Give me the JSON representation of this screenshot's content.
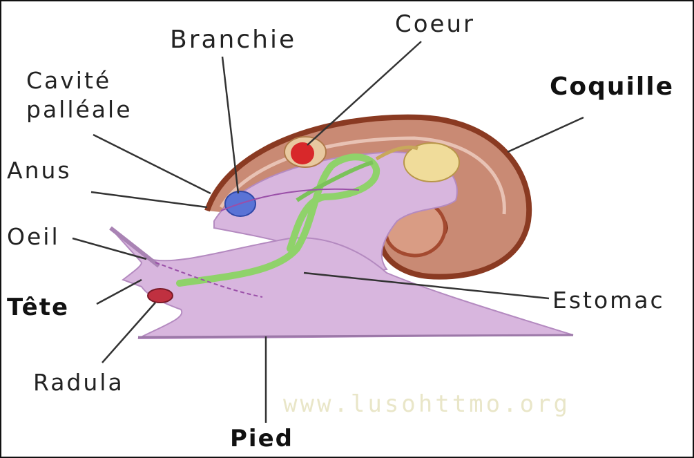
{
  "labels": {
    "branchie": "Branchie",
    "coeur": "Coeur",
    "cavite_line1": "Cavité",
    "cavite_line2": "palléale",
    "coquille": "Coquille",
    "anus": "Anus",
    "oeil": "Oeil",
    "tete": "Tête",
    "estomac": "Estomac",
    "radula": "Radula",
    "pied": "Pied"
  },
  "watermark": "www.lusohttmo.org",
  "colors": {
    "shell": "#c98a74",
    "shell_edge": "#8a3a22",
    "body": "#d8b6de",
    "digestive": "#8fd26a",
    "heart": "#d8282a",
    "gill": "#5a73d6",
    "gland": "#f0dc9a"
  }
}
